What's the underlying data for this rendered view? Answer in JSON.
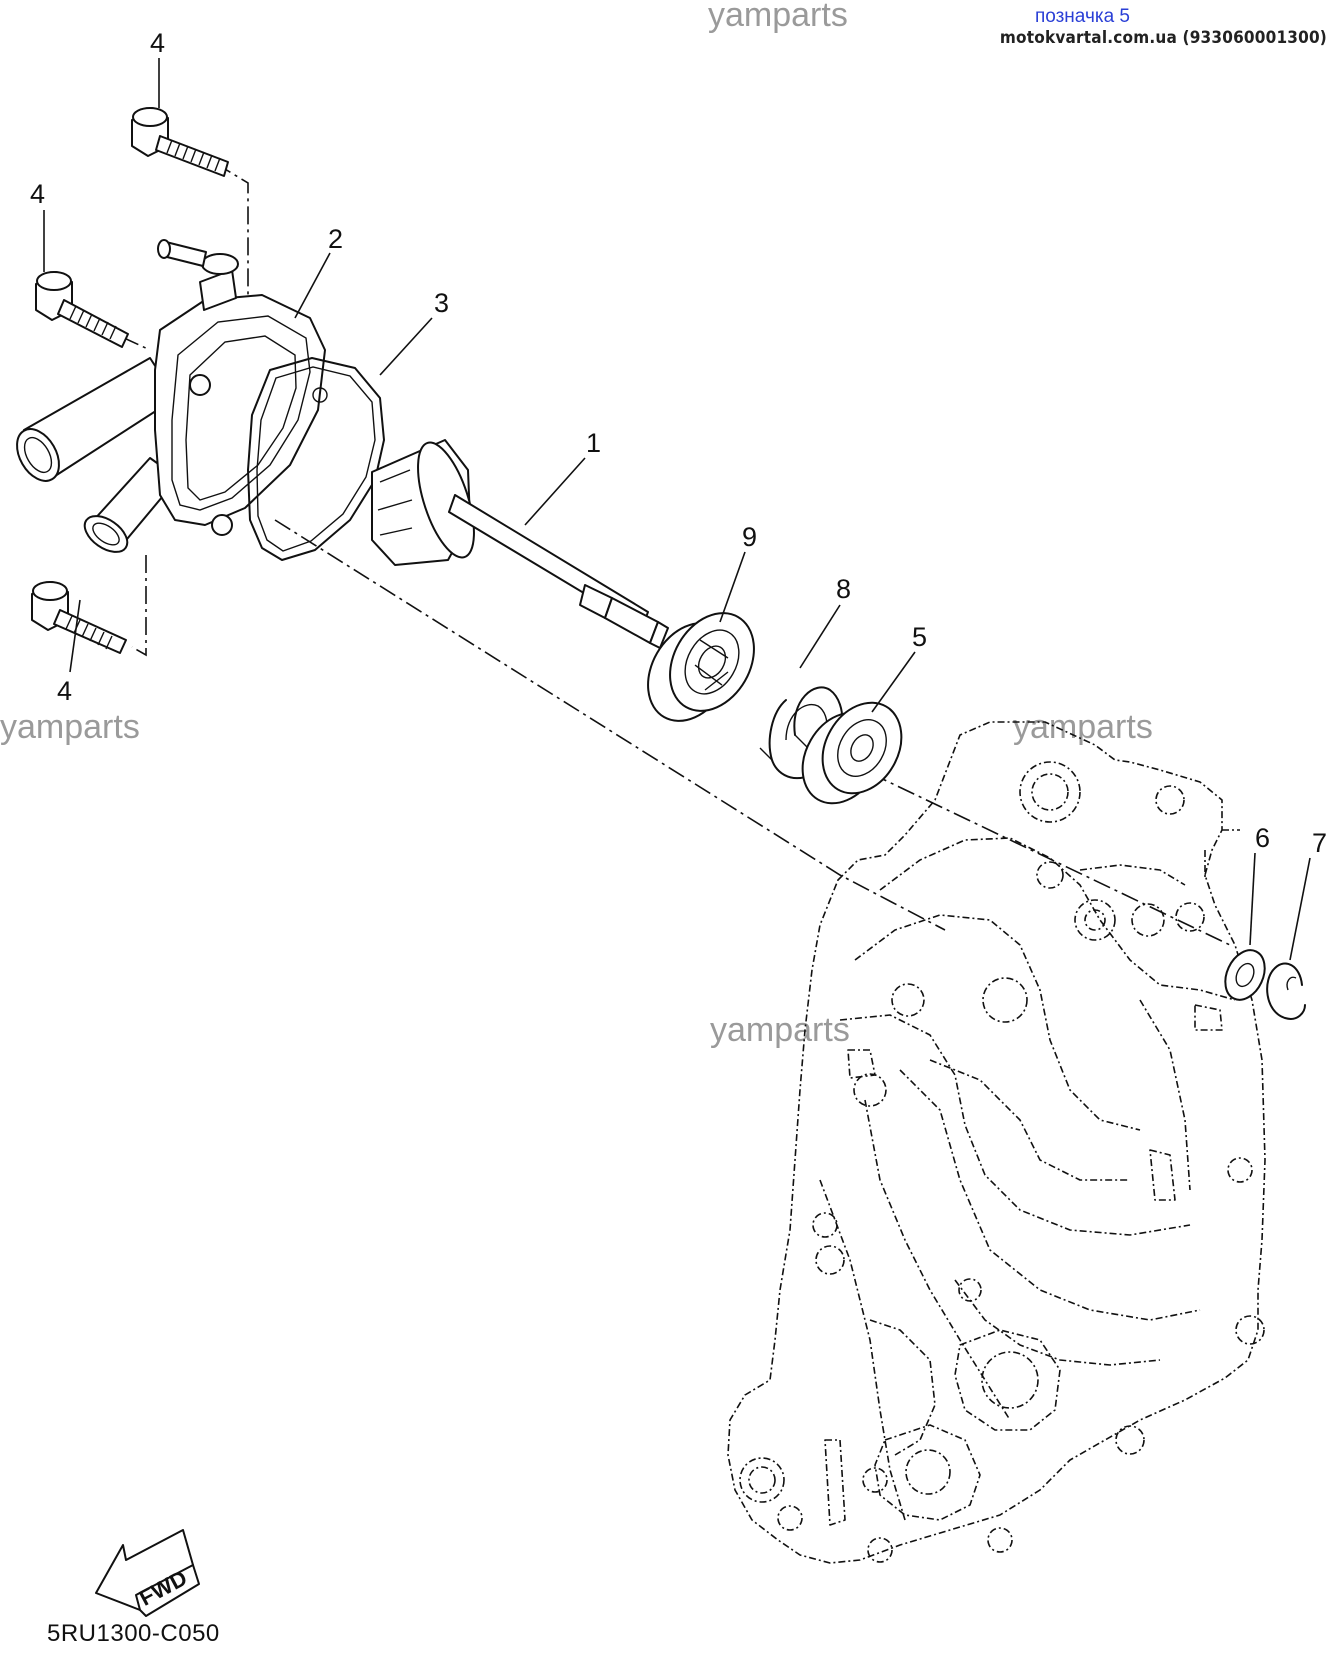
{
  "header": {
    "tag": "позначка 5",
    "source": "motokvartal.com.ua (933060001300)"
  },
  "watermarks": [
    "yamparts",
    "yamparts",
    "yamparts",
    "yamparts"
  ],
  "callouts": {
    "bolt_top": "4",
    "bolt_mid": "4",
    "bolt_bottom": "4",
    "housing": "2",
    "gasket": "3",
    "impeller_shaft": "1",
    "bearing": "9",
    "circlip": "8",
    "seal": "5",
    "washer": "6",
    "clip": "7"
  },
  "fwd_label": "FWD",
  "diagram_code": "5RU1300-C050"
}
